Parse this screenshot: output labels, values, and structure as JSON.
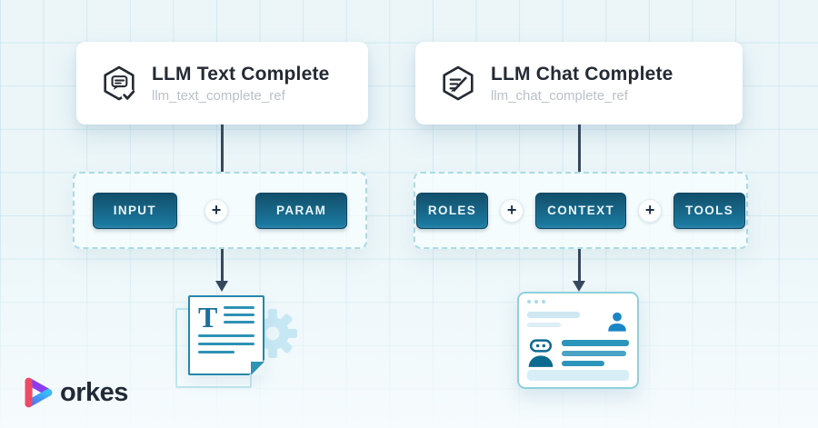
{
  "cards": [
    {
      "title": "LLM Text Complete",
      "ref": "llm_text_complete_ref",
      "icon": "message-check-hexagon-icon"
    },
    {
      "title": "LLM Chat Complete",
      "ref": "llm_chat_complete_ref",
      "icon": "compose-hexagon-icon"
    }
  ],
  "plus": "+",
  "groups": [
    {
      "name": "text-complete-io",
      "items": [
        "INPUT",
        "PARAM"
      ]
    },
    {
      "name": "chat-complete-io",
      "items": [
        "ROLES",
        "CONTEXT",
        "TOOLS"
      ]
    }
  ],
  "outputs": {
    "document": {
      "letter": "T",
      "icon": "text-document-with-gear-icon"
    },
    "chat": {
      "icon": "chat-conversation-window-icon"
    }
  },
  "logo": {
    "text": "orkes",
    "icon": "orkes-logo-mark"
  },
  "colors": {
    "background": "#ecf6f9",
    "grid_line": "#b7dee8",
    "chip_fill": "#15698e",
    "arrow": "#36485d",
    "accent_teal": "#2e93b5",
    "dashed_border": "#a9dbe4",
    "card_title": "#242a34",
    "card_ref": "#b9c1c9",
    "logo_pink": "#ef4a64",
    "logo_purple": "#8b3df0",
    "logo_blue": "#38bdf8"
  }
}
